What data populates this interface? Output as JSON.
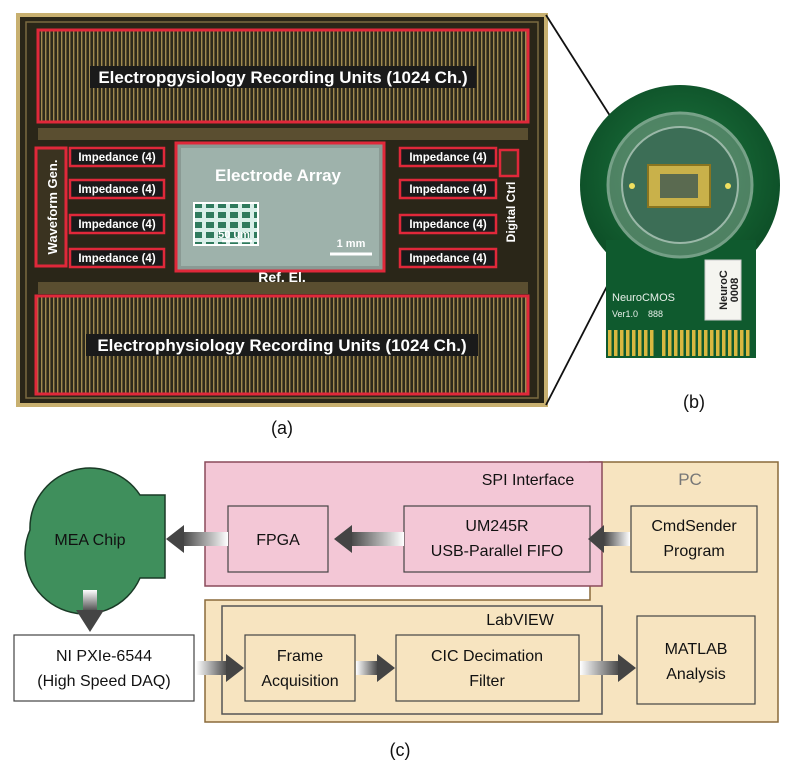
{
  "panel_a": {
    "caption": "(a)",
    "top_block": "Electropgysiology Recording Units (1024 Ch.)",
    "bottom_block": "Electrophysiology Recording Units (1024 Ch.)",
    "array_title": "Electrode Array",
    "scale_inset": "50 um",
    "scale_main": "1 mm",
    "ref_el": "Ref. El.",
    "waveform": "Waveform Gen.",
    "digital": "Digital Ctrl",
    "impedance_left": [
      "Impedance (4)",
      "Impedance (4)",
      "Impedance (4)",
      "Impedance (4)"
    ],
    "impedance_right": [
      "Impedance (4)",
      "Impedance (4)",
      "Impedance (4)",
      "Impedance (4)"
    ]
  },
  "panel_b": {
    "caption": "(b)",
    "board_label": "NeuroCMOS",
    "board_ver": "Ver1.0",
    "board_num": "888",
    "sticker_line1": "NeuroC",
    "sticker_line2": "0008"
  },
  "panel_c": {
    "caption": "(c)",
    "spi_label": "SPI Interface",
    "pc_label": "PC",
    "labview_label": "LabVIEW",
    "mea_chip": "MEA Chip",
    "fpga": "FPGA",
    "um245r_line1": "UM245R",
    "um245r_line2": "USB-Parallel FIFO",
    "cmd_line1": "CmdSender",
    "cmd_line2": "Program",
    "ni_line1": "NI PXIe-6544",
    "ni_line2": "(High Speed DAQ)",
    "frame_line1": "Frame",
    "frame_line2": "Acquisition",
    "cic_line1": "CIC Decimation",
    "cic_line2": "Filter",
    "matlab_line1": "MATLAB",
    "matlab_line2": "Analysis"
  },
  "colors": {
    "die_bg": "#2a2618",
    "die_border": "#c8b070",
    "highlight_red": "#e0283a",
    "spi_fill": "#f3c7d6",
    "pc_fill": "#f7e4c0",
    "mea_fill": "#3f8f5c",
    "pcb_green": "#0f5a2e"
  }
}
